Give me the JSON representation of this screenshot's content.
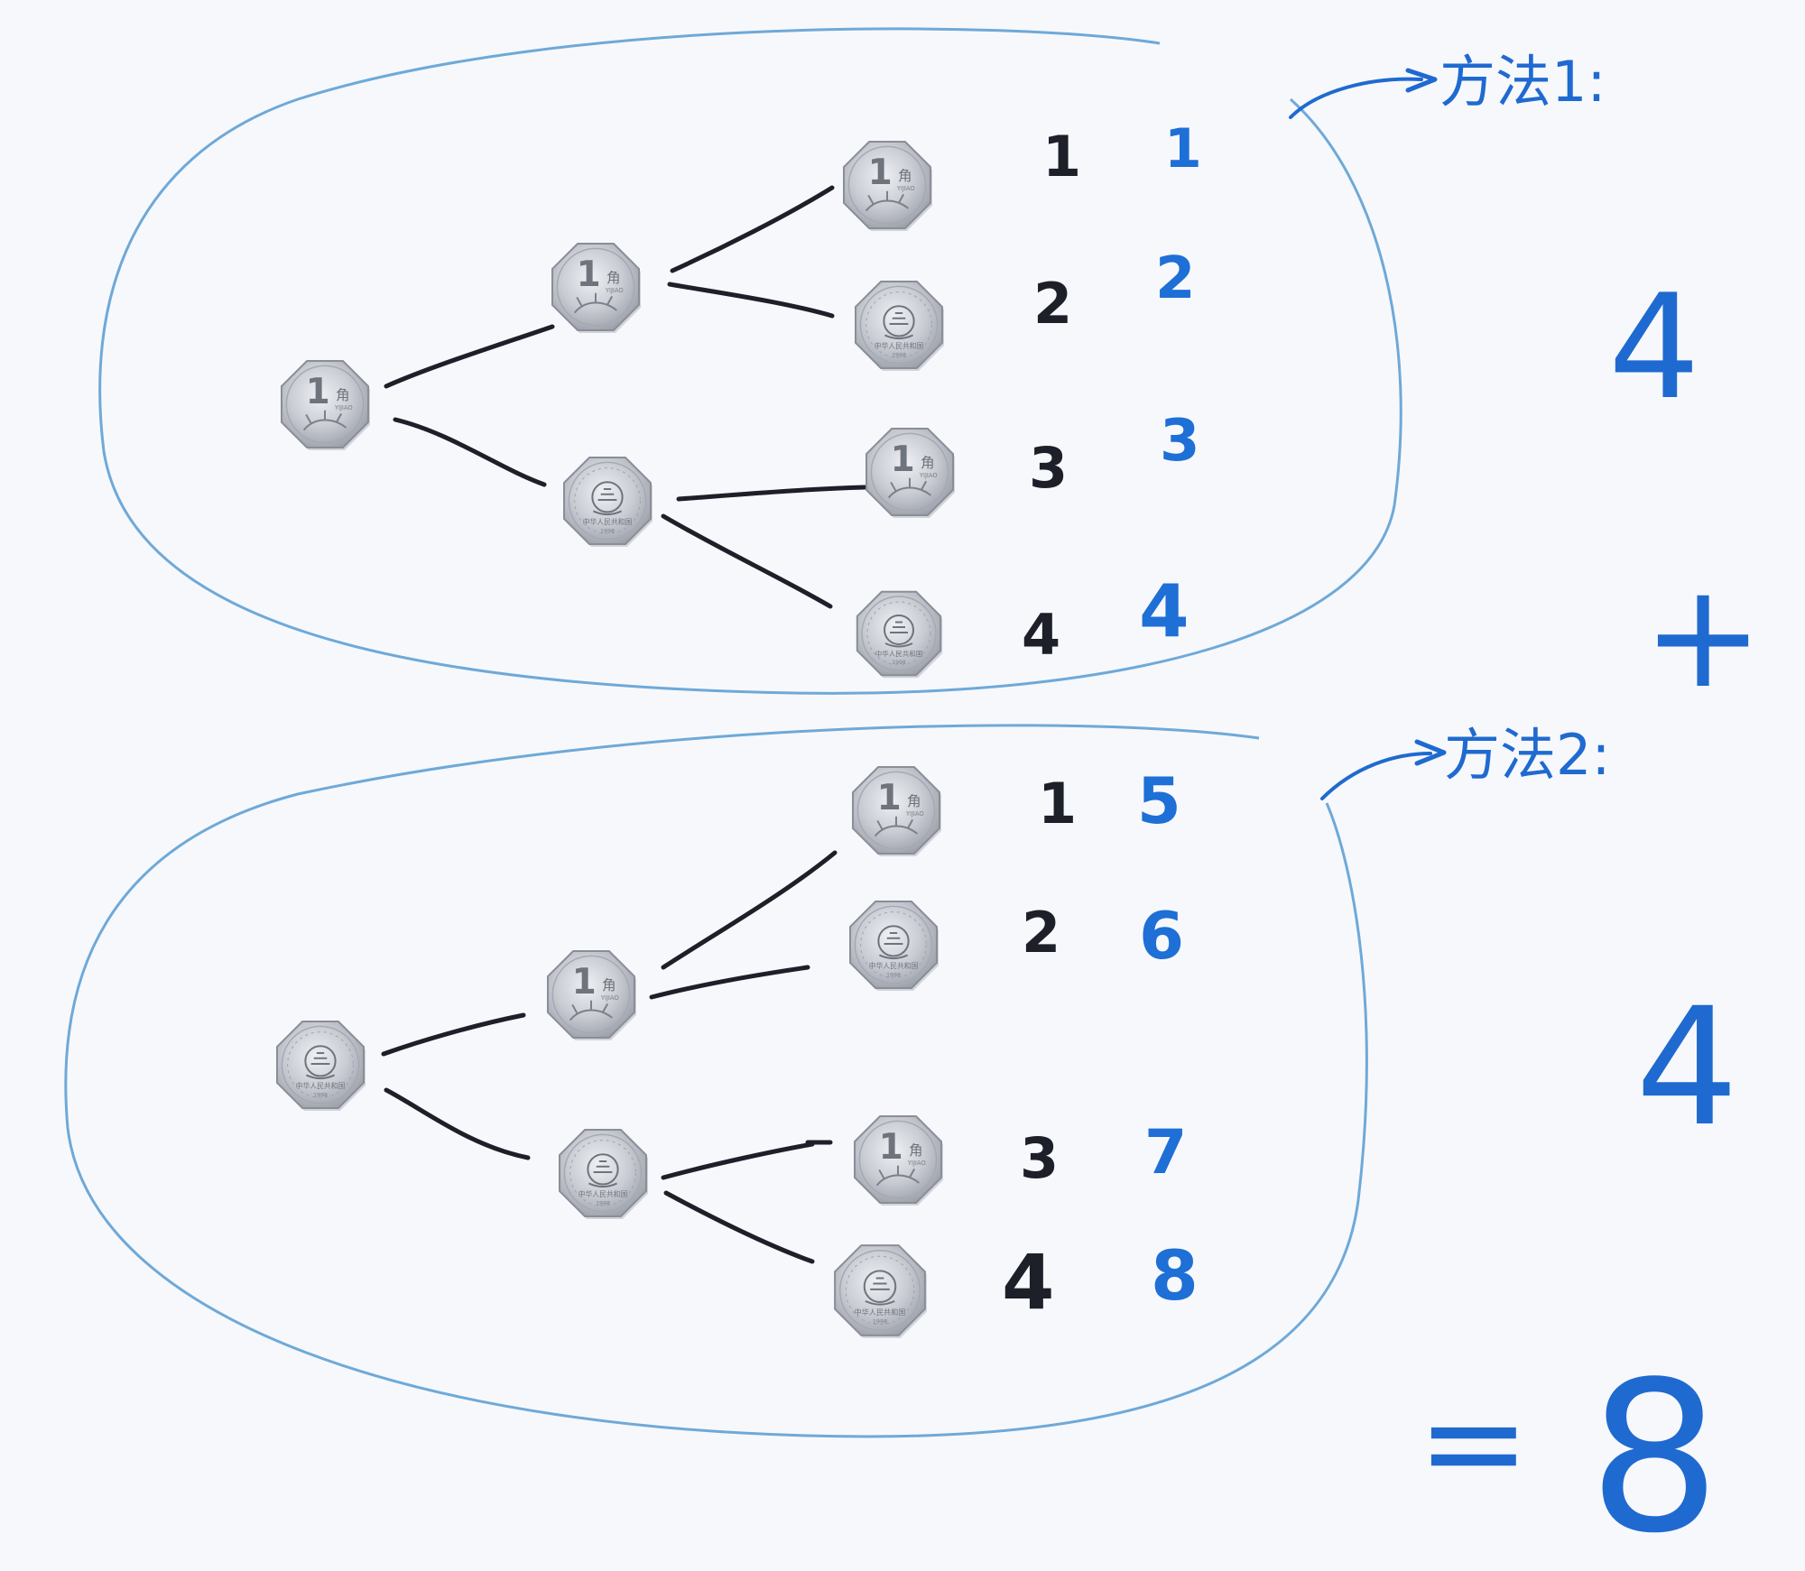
{
  "colors": {
    "board": "#f7f8fc",
    "marker_black": "#1d1f29",
    "marker_blue": "#1f6ad0",
    "loop_blue": "#6ea9d8",
    "coin_metal": "#c9ccd3"
  },
  "groups": [
    {
      "label": "方法1:",
      "arrow_icon": "arrow-right",
      "tree": {
        "root": "1角",
        "level1": [
          "1角",
          "国徽"
        ],
        "level2": [
          "1角",
          "国徽",
          "1角",
          "国徽"
        ]
      },
      "row_numbers": [
        "1",
        "2",
        "3",
        "4"
      ],
      "totals": [
        "1",
        "2",
        "3",
        "4"
      ],
      "count": "4"
    },
    {
      "label": "方法2:",
      "arrow_icon": "arrow-right",
      "tree": {
        "root": "国徽",
        "level1": [
          "1角",
          "国徽"
        ],
        "level2": [
          "1角",
          "国徽",
          "1角",
          "国徽"
        ]
      },
      "row_numbers": [
        "1",
        "2",
        "3",
        "4"
      ],
      "totals": [
        "5",
        "6",
        "7",
        "8"
      ],
      "count": "4"
    }
  ],
  "equation": {
    "plus": "+",
    "equals": "=",
    "result": "8"
  },
  "coin_faces": {
    "value": {
      "numeral": "1",
      "unit": "角",
      "pinyin": "YIJIAO"
    },
    "emblem": {
      "caption": "中华人民共和国",
      "year": "1998"
    }
  }
}
